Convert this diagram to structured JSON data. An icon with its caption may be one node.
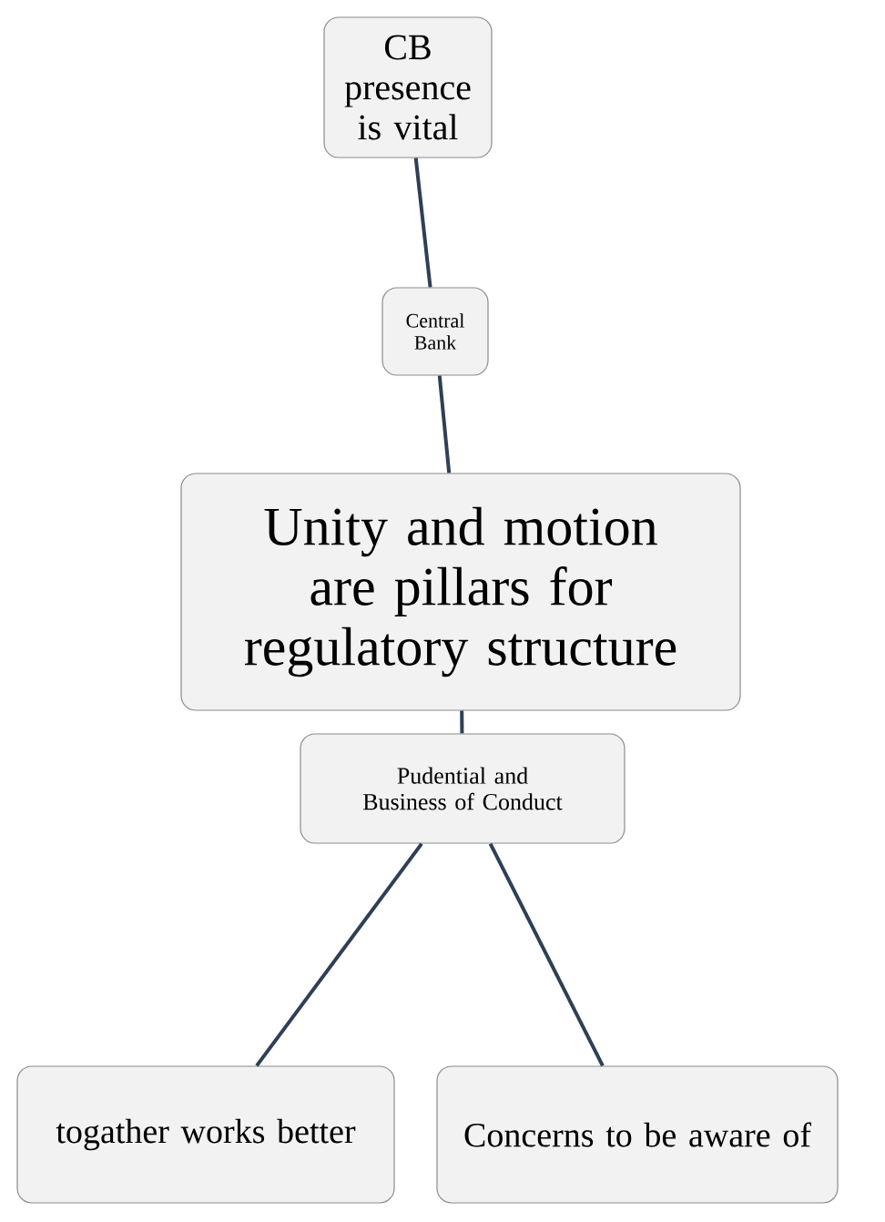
{
  "diagram": {
    "nodes": [
      {
        "text": [
          "CB presence is vital"
        ]
      },
      {
        "text": [
          "Central Bank"
        ]
      },
      {
        "text": [
          "Unity and motion are pillars for regulatory structure"
        ]
      },
      {
        "text": [
          "Pudential and Business of Conduct"
        ]
      },
      {
        "text": [
          "togather works better"
        ]
      },
      {
        "text": [
          "Concerns to be aware of"
        ]
      }
    ],
    "edges": [
      {
        "from": 0,
        "to": 1,
        "arrow": "none"
      },
      {
        "from": 1,
        "to": 2,
        "arrow": "none"
      },
      {
        "from": 2,
        "to": 3,
        "arrow": "none"
      },
      {
        "from": 3,
        "to": 4,
        "arrow": "none"
      },
      {
        "from": 3,
        "to": 5,
        "arrow": "none"
      }
    ]
  }
}
